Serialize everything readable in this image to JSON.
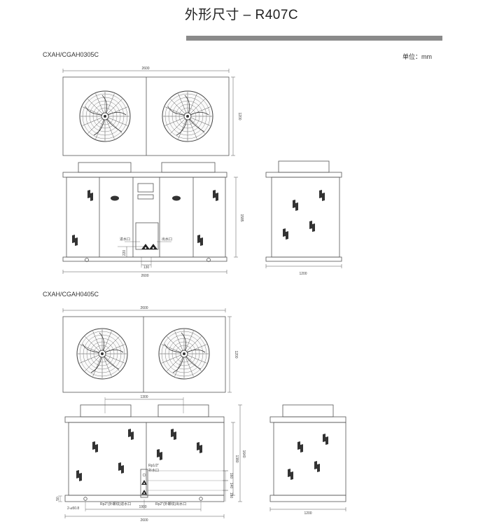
{
  "page": {
    "title": "外形尺寸 – R407C",
    "unit": "单位：mm"
  },
  "models": [
    {
      "name": "CXAH/CGAH0305C",
      "dims": {
        "top_width": "2600",
        "top_depth": "1200",
        "front_height": "1585",
        "front_width": "2600",
        "pipe_offset": "130",
        "pipe_height": "220",
        "side_width": "1200"
      },
      "labels": {
        "inlet": "进水口",
        "outlet": "出水口"
      }
    },
    {
      "name": "CXAH/CGAH0405C",
      "dims": {
        "top_width": "2600",
        "top_depth": "1200",
        "fan_spacing": "1300",
        "height_a": "1380",
        "height_b": "1640",
        "dim_s1": "160",
        "dim_s2": "140",
        "dim_s3": "150",
        "bottom_left": "50",
        "front_width": "2600",
        "mid_span": "1900",
        "side_width": "1200"
      },
      "labels": {
        "makeup": "Rp1/2\"",
        "makeup_cn": "补水口",
        "hole": "2-⌀50.8",
        "inlet_pipe": "Rp2\"(外螺纹)进水口",
        "outlet_pipe": "Rp2\"(外螺纹)出水口"
      }
    }
  ],
  "colors": {
    "line": "#555555",
    "fan": "#444444",
    "vent": "#333333",
    "bar": "#8a8a8a"
  },
  "icons": {
    "fan": "fan-guard-icon",
    "logo": "brand-logo-icon",
    "vent": "ventilation-grille-icon"
  }
}
